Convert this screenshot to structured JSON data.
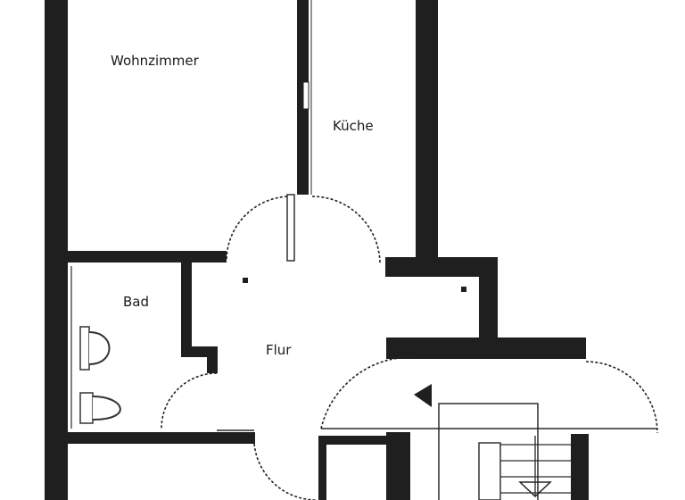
{
  "rooms": {
    "living": "Wohnzimmer",
    "kitchen": "Küche",
    "bath": "Bad",
    "hall": "Flur"
  },
  "colors": {
    "wall": "#1f1f1f",
    "background": "#ffffff"
  }
}
